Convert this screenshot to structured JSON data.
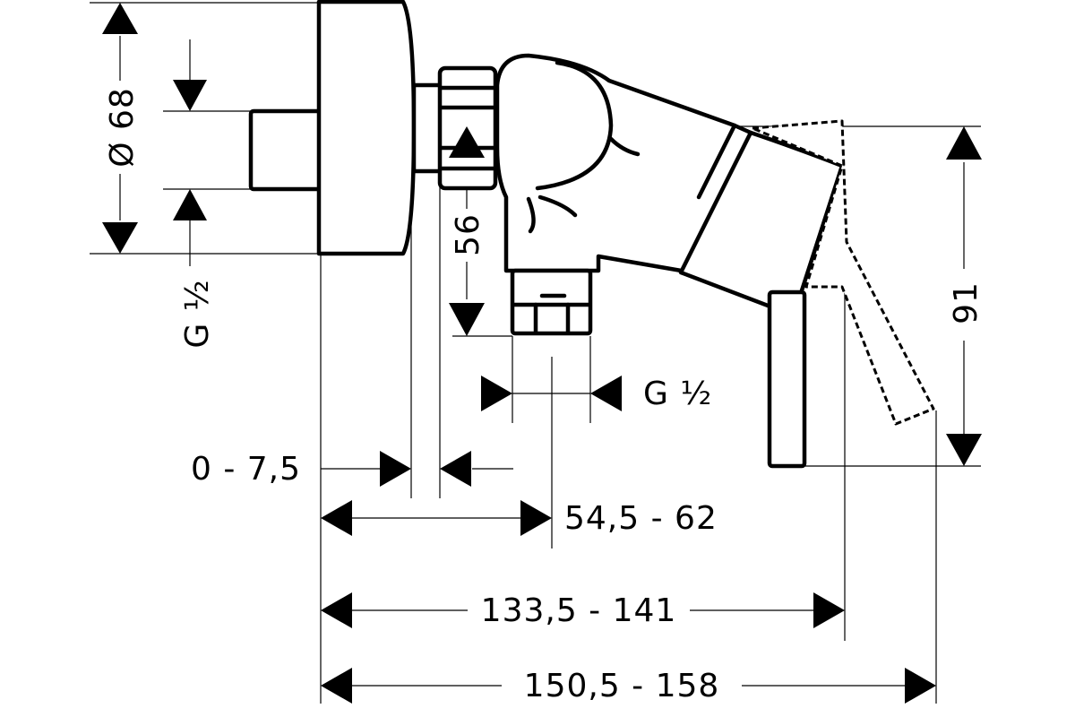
{
  "labels": {
    "diameter": "Ø 68",
    "thread_inlet": "G ½",
    "thread_outlet": "G ½",
    "height_56": "56",
    "height_91": "91",
    "offset": "0 - 7,5",
    "outlet_distance": "54,5 - 62",
    "lever_distance": "133,5 - 141",
    "total_depth": "150,5 - 158"
  }
}
